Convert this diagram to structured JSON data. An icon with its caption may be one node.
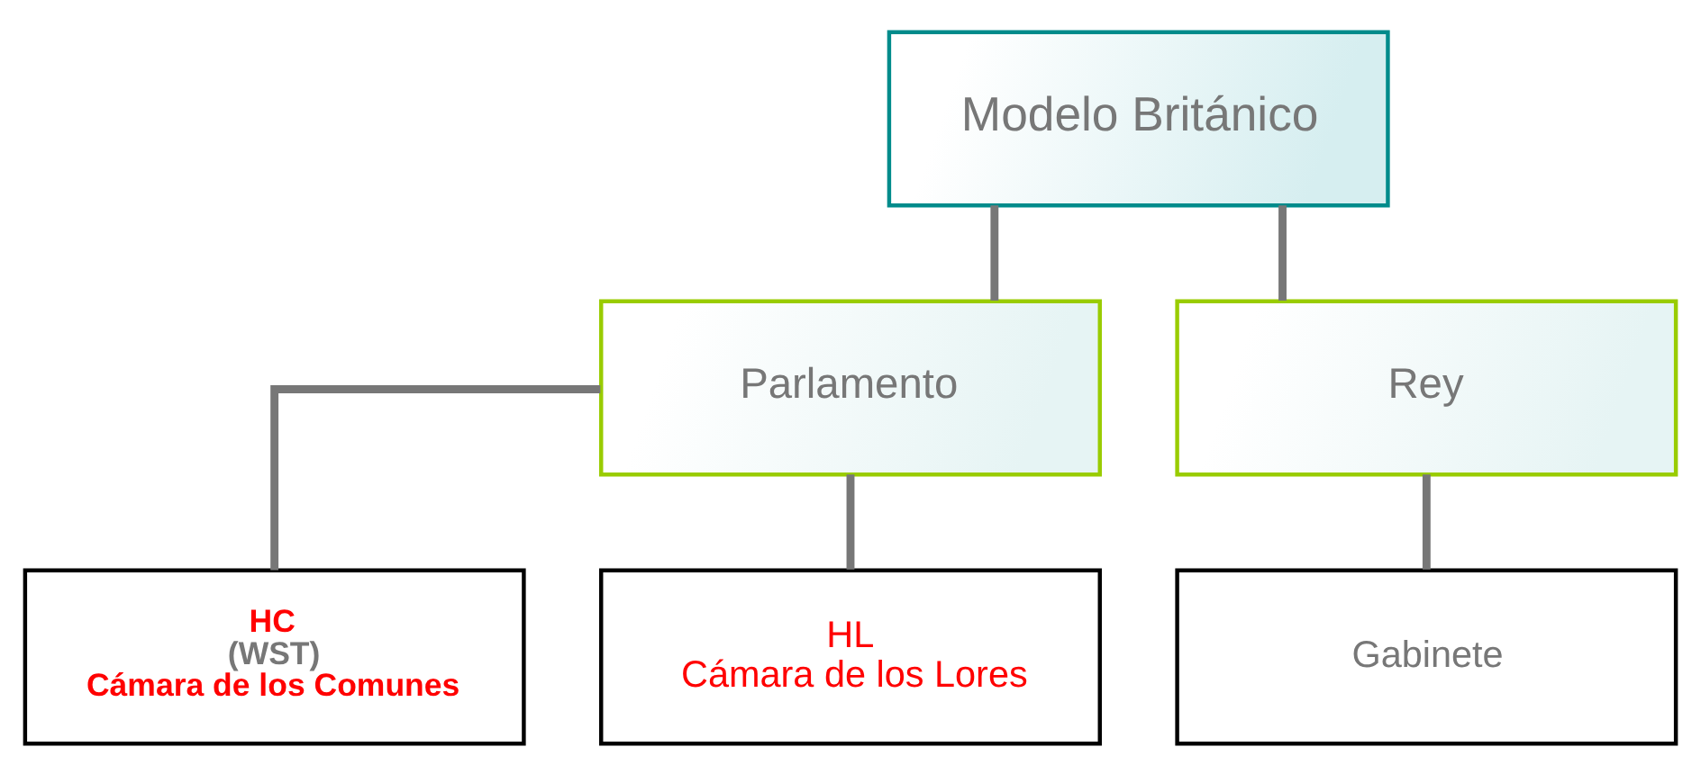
{
  "diagram": {
    "nodes": [
      {
        "text": [
          "Modelo Británico"
        ]
      },
      {
        "text": [
          "Parlamento"
        ]
      },
      {
        "text": [
          "Rey"
        ]
      },
      {
        "text": [
          "HC",
          "(WST)",
          "Cámara de los Comunes"
        ]
      },
      {
        "text": [
          "HL",
          "Cámara de los Lores"
        ]
      },
      {
        "text": [
          "Gabinete"
        ]
      }
    ],
    "edges": [
      {
        "from": 0,
        "to": 1,
        "arrow": "none"
      },
      {
        "from": 0,
        "to": 2,
        "arrow": "none"
      },
      {
        "from": 1,
        "to": 3,
        "arrow": "none"
      },
      {
        "from": 1,
        "to": 4,
        "arrow": "none"
      },
      {
        "from": 2,
        "to": 5,
        "arrow": "none"
      }
    ]
  }
}
